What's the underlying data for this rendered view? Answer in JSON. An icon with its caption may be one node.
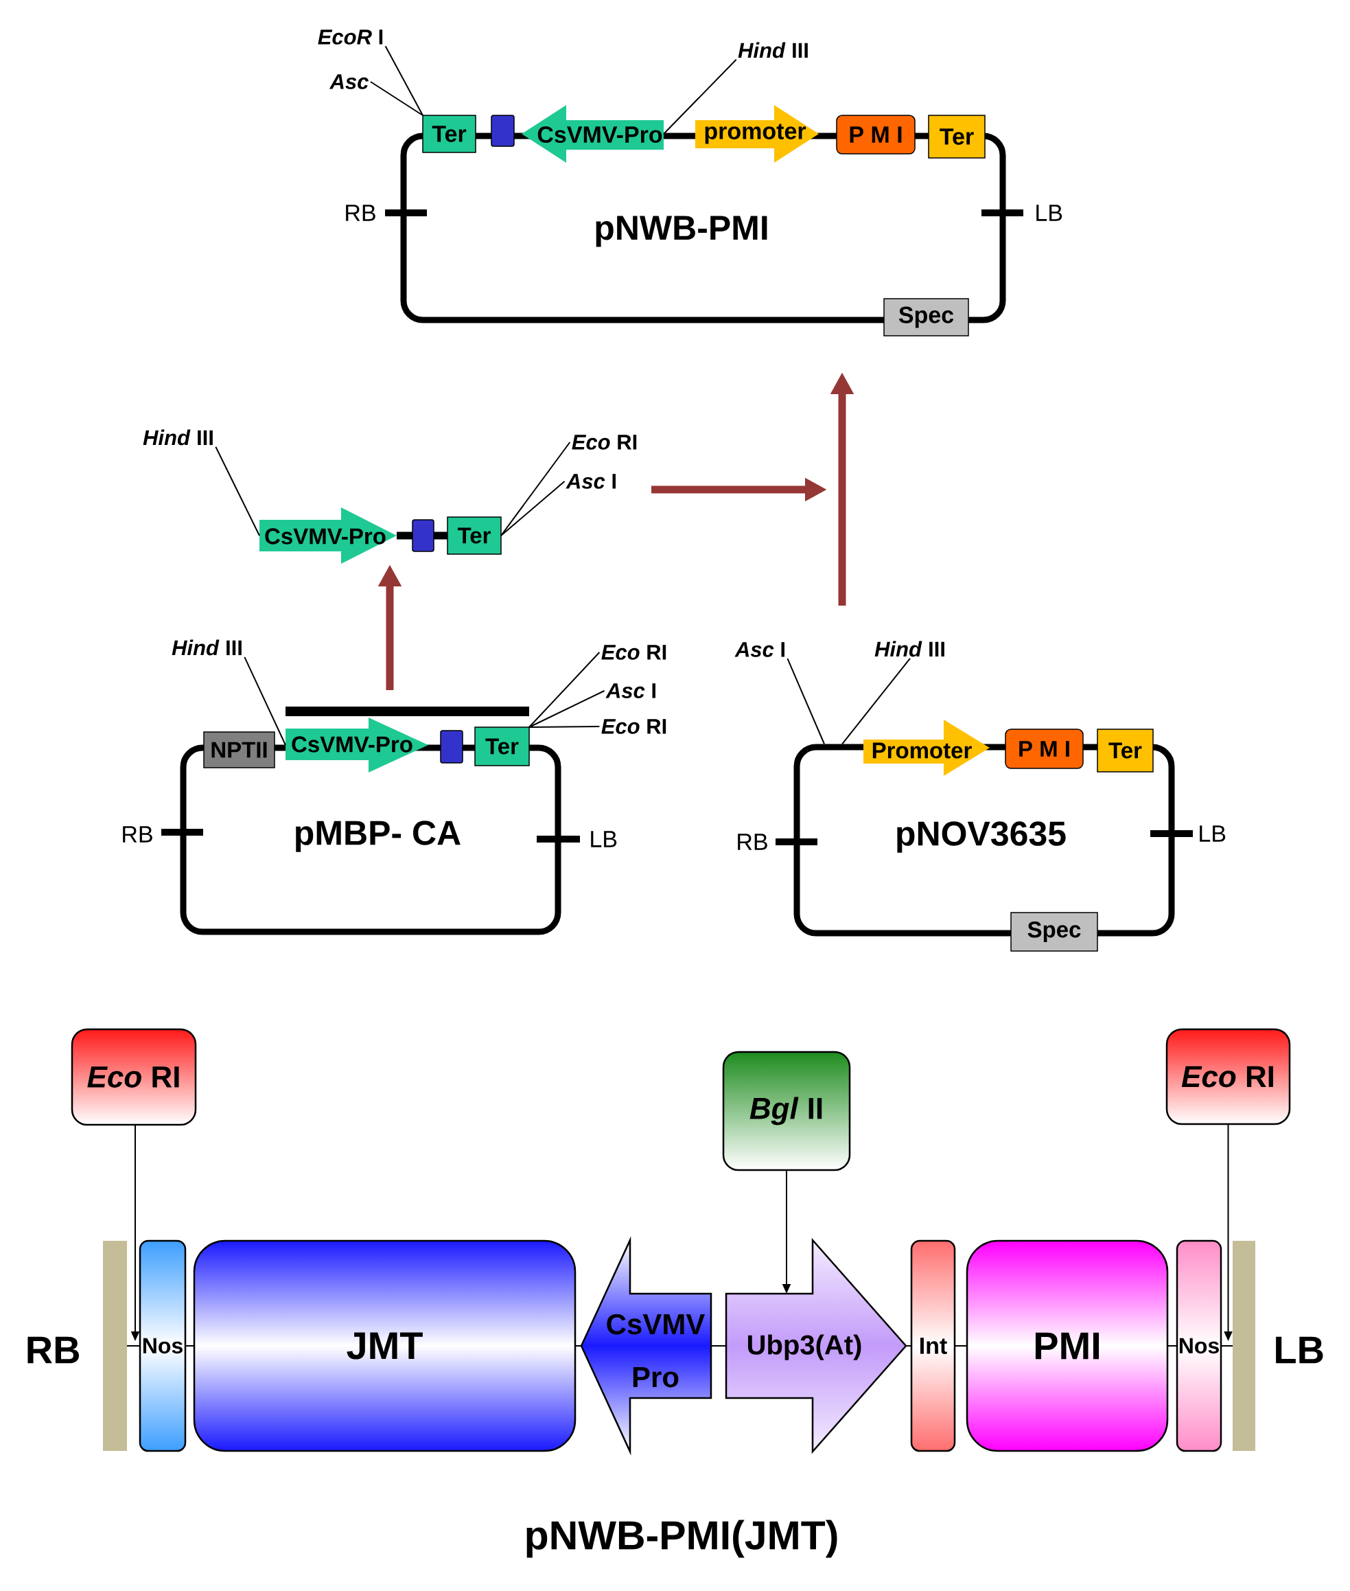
{
  "diagram": {
    "nodes": [
      {
        "text": [
          "pNWB-PMI"
        ]
      },
      {
        "text": [
          "*EcoR* I"
        ]
      },
      {
        "text": [
          "Asc"
        ]
      },
      {
        "text": [
          "*Hind* III"
        ]
      },
      {
        "text": [
          "Ter"
        ]
      },
      {
        "text": [],
        "shape": "box"
      },
      {
        "text": [
          "CsVMV-Pro"
        ]
      },
      {
        "text": [
          "promoter"
        ]
      },
      {
        "text": [
          "P M I"
        ]
      },
      {
        "text": [
          "Ter"
        ]
      },
      {
        "text": [
          "Spec"
        ]
      },
      {
        "text": [
          "*Hind* III"
        ]
      },
      {
        "text": [
          "*Eco* RI"
        ]
      },
      {
        "text": [
          "*Asc* I"
        ]
      },
      {
        "text": [
          "CsVMV-Pro"
        ]
      },
      {
        "text": [],
        "shape": "box"
      },
      {
        "text": [
          "Ter"
        ]
      },
      {
        "text": [
          "pMBP- CA"
        ]
      },
      {
        "text": [
          "*Hind* III"
        ]
      },
      {
        "text": [
          "*Eco* RI"
        ]
      },
      {
        "text": [
          "*Asc* I"
        ]
      },
      {
        "text": [
          "*Eco* RI"
        ]
      },
      {
        "text": [],
        "shape": "bar"
      },
      {
        "text": [
          "NPTII"
        ]
      },
      {
        "text": [
          "CsVMV-Pro"
        ]
      },
      {
        "text": [],
        "shape": "box"
      },
      {
        "text": [
          "Ter"
        ]
      },
      {
        "text": [
          "pNOV3635"
        ]
      },
      {
        "text": [
          "*Asc* I"
        ]
      },
      {
        "text": [
          "*Hind* III"
        ]
      },
      {
        "text": [
          "Promoter"
        ]
      },
      {
        "text": [
          "P M I"
        ]
      },
      {
        "text": [
          "Ter"
        ]
      },
      {
        "text": [
          "Spec"
        ]
      },
      {
        "text": [
          "*Eco* RI"
        ]
      },
      {
        "text": [
          "*Bgl* II"
        ]
      },
      {
        "text": [
          "*Eco* RI"
        ]
      },
      {
        "text": [],
        "shape": "bar",
        "beside": [
          "RB"
        ]
      },
      {
        "text": [
          "Nos"
        ]
      },
      {
        "text": [
          "JMT"
        ]
      },
      {
        "text": [
          "CsVMV Pro"
        ]
      },
      {
        "text": [
          "Ubp3(At)"
        ]
      },
      {
        "text": [
          "Int"
        ]
      },
      {
        "text": [
          "PMI"
        ]
      },
      {
        "text": [
          "Nos"
        ]
      },
      {
        "text": [],
        "shape": "bar",
        "beside": [
          "LB"
        ]
      }
    ],
    "edges": [
      {
        "from": 1,
        "to": 4,
        "arrow": "none"
      },
      {
        "from": 2,
        "to": 4,
        "arrow": "none"
      },
      {
        "from": 3,
        "to": 6,
        "arrow": "none"
      },
      {
        "from": 11,
        "to": 14,
        "arrow": "none"
      },
      {
        "from": 12,
        "to": 16,
        "arrow": "none"
      },
      {
        "from": 13,
        "to": 16,
        "arrow": "none"
      },
      {
        "from": 18,
        "to": 24,
        "arrow": "none"
      },
      {
        "from": 19,
        "to": 26,
        "arrow": "none"
      },
      {
        "from": 20,
        "to": 26,
        "arrow": "none"
      },
      {
        "from": 21,
        "to": 26,
        "arrow": "none"
      },
      {
        "from": 28,
        "to": 27,
        "arrow": "none"
      },
      {
        "from": 29,
        "to": 27,
        "arrow": "none"
      },
      {
        "from": 22,
        "to": 14,
        "arrow": "to",
        "style": "thick",
        "color": "#953735"
      },
      {
        "from": null,
        "to": 0,
        "arrow": "to",
        "style": "thick",
        "color": "#953735"
      },
      {
        "from": null,
        "to": 0,
        "arrow": "to",
        "style": "thick",
        "color": "#953735"
      },
      {
        "from": 34,
        "to": 38,
        "arrow": "to"
      },
      {
        "from": 35,
        "to": 41,
        "arrow": "to"
      },
      {
        "from": 36,
        "to": 45,
        "arrow": "to"
      },
      {
        "from": 14,
        "to": 15,
        "arrow": "none",
        "style": "thick"
      },
      {
        "from": 15,
        "to": 16,
        "arrow": "none",
        "style": "thick"
      },
      {
        "from": 37,
        "to": 38,
        "arrow": "none"
      },
      {
        "from": 38,
        "to": 39,
        "arrow": "none"
      },
      {
        "from": 39,
        "to": 40,
        "arrow": "none"
      },
      {
        "from": 40,
        "to": 41,
        "arrow": "none"
      },
      {
        "from": 41,
        "to": 42,
        "arrow": "none"
      },
      {
        "from": 42,
        "to": 43,
        "arrow": "none"
      },
      {
        "from": 43,
        "to": 44,
        "arrow": "none"
      },
      {
        "from": 44,
        "to": 45,
        "arrow": "none"
      }
    ],
    "labels": [
      "RB",
      "LB",
      "RB",
      "LB",
      "RB",
      "LB"
    ],
    "caption": "pNWB-PMI(JMT)"
  }
}
